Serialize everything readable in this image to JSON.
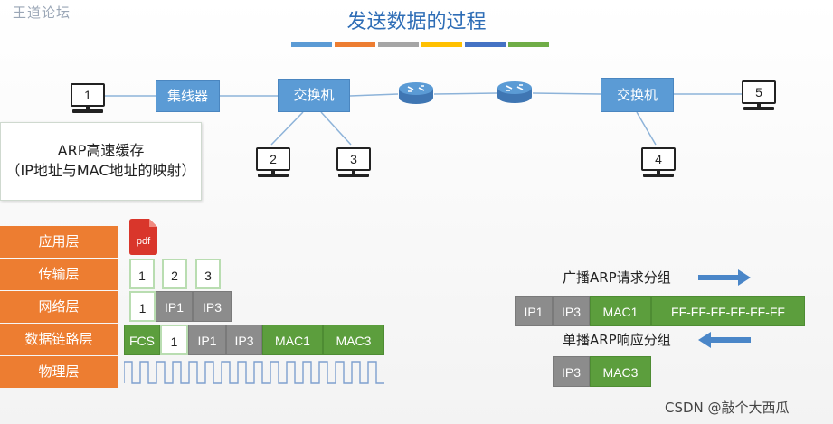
{
  "watermark": "王道论坛",
  "title": "发送数据的过程",
  "stripe_colors": [
    "#5b9bd5",
    "#ed7d31",
    "#a5a5a5",
    "#ffc000",
    "#4472c4",
    "#70ad47"
  ],
  "network": {
    "hub_label": "集线器",
    "switch_left_label": "交换机",
    "switch_right_label": "交换机",
    "hosts": [
      "1",
      "2",
      "3",
      "4",
      "5"
    ]
  },
  "arp_cache": {
    "line1": "ARP高速缓存",
    "line2": "（IP地址与MAC地址的映射）"
  },
  "layers": [
    "应用层",
    "传输层",
    "网络层",
    "数据链路层",
    "物理层"
  ],
  "app_file_label": "pdf",
  "transport_segments": [
    "1",
    "2",
    "3"
  ],
  "network_packet": [
    "1",
    "IP1",
    "IP3"
  ],
  "frame": [
    "FCS",
    "1",
    "IP1",
    "IP3",
    "MAC1",
    "MAC3"
  ],
  "arp_request": {
    "label": "广播ARP请求分组",
    "fields": [
      "IP1",
      "IP3",
      "MAC1",
      "FF-FF-FF-FF-FF-FF"
    ]
  },
  "arp_reply": {
    "label": "单播ARP响应分组",
    "fields": [
      "IP3",
      "MAC3"
    ]
  },
  "colors": {
    "network_device": "#5b9bd5",
    "layer": "#ed7d31",
    "ip_field": "#8c8c8c",
    "mac_field": "#5c9e3d",
    "arrow": "#4a86c8",
    "signal": "#7ea0cf"
  },
  "credit": "CSDN @敲个大西瓜"
}
